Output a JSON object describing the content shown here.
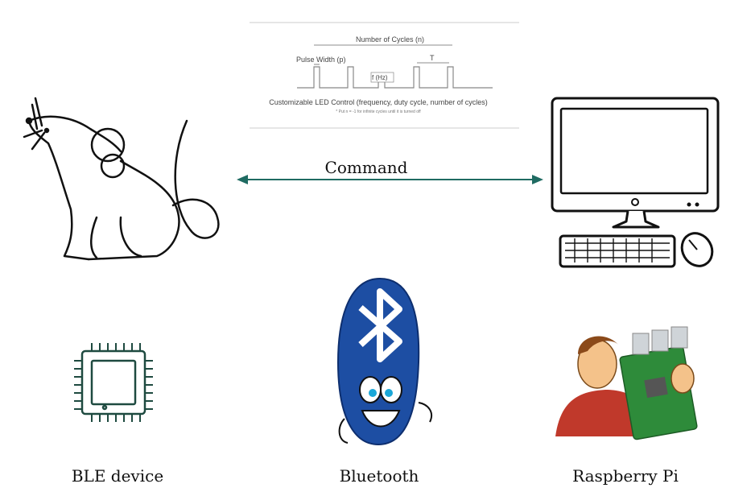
{
  "waveform": {
    "cycles_label": "Number of Cycles (n)",
    "pulse_width_label": "Pulse Width (p)",
    "period_label": "T",
    "frequency_label": "f (Hz)",
    "caption": "Customizable LED Control (frequency, duty cycle, number of cycles)",
    "footnote": "* Put n = -1 for infinite cycles until it is turned off"
  },
  "link": {
    "label": "Command",
    "color": "#1f6b62"
  },
  "captions": {
    "ble": "BLE device",
    "bluetooth": "Bluetooth",
    "raspberry_pi": "Raspberry Pi"
  },
  "colors": {
    "chip": "#1e4a40",
    "bluetooth_blue": "#1d4ea3",
    "pi_board": "#2e8b3a"
  },
  "icons": [
    "mouse-illustration",
    "computer-icon",
    "chip-icon",
    "bluetooth-mascot-icon",
    "raspberry-pi-person-icon"
  ]
}
